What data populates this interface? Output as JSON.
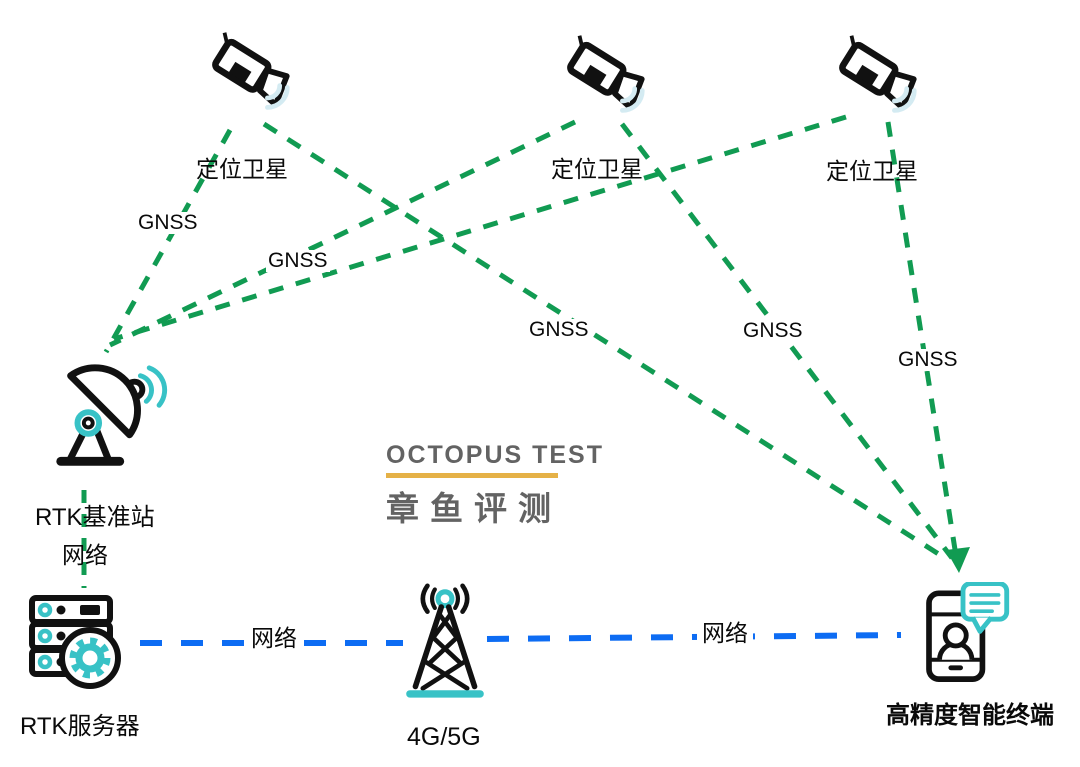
{
  "colors": {
    "green": "#119b52",
    "blue": "#0d6cf3",
    "teal": "#38c2c6",
    "wave": "#d4ebf2",
    "wm_gray": "#4e4e4e",
    "wm_gold": "#e2a72e"
  },
  "satellites": [
    {
      "label": "定位卫星"
    },
    {
      "label": "定位卫星"
    },
    {
      "label": "定位卫星"
    }
  ],
  "gnss_links": {
    "labels": [
      "GNSS",
      "GNSS",
      "GNSS",
      "GNSS",
      "GNSS"
    ]
  },
  "base_station": {
    "label": "RTK基准站",
    "link_label": "网络"
  },
  "server": {
    "label": "RTK服务器"
  },
  "tower": {
    "label": "4G/5G"
  },
  "terminal": {
    "label": "高精度智能终端"
  },
  "network_links": {
    "labels": [
      "网络",
      "网络"
    ]
  },
  "watermark": {
    "title": "OCTOPUS TEST",
    "subtitle": "章鱼评测"
  }
}
